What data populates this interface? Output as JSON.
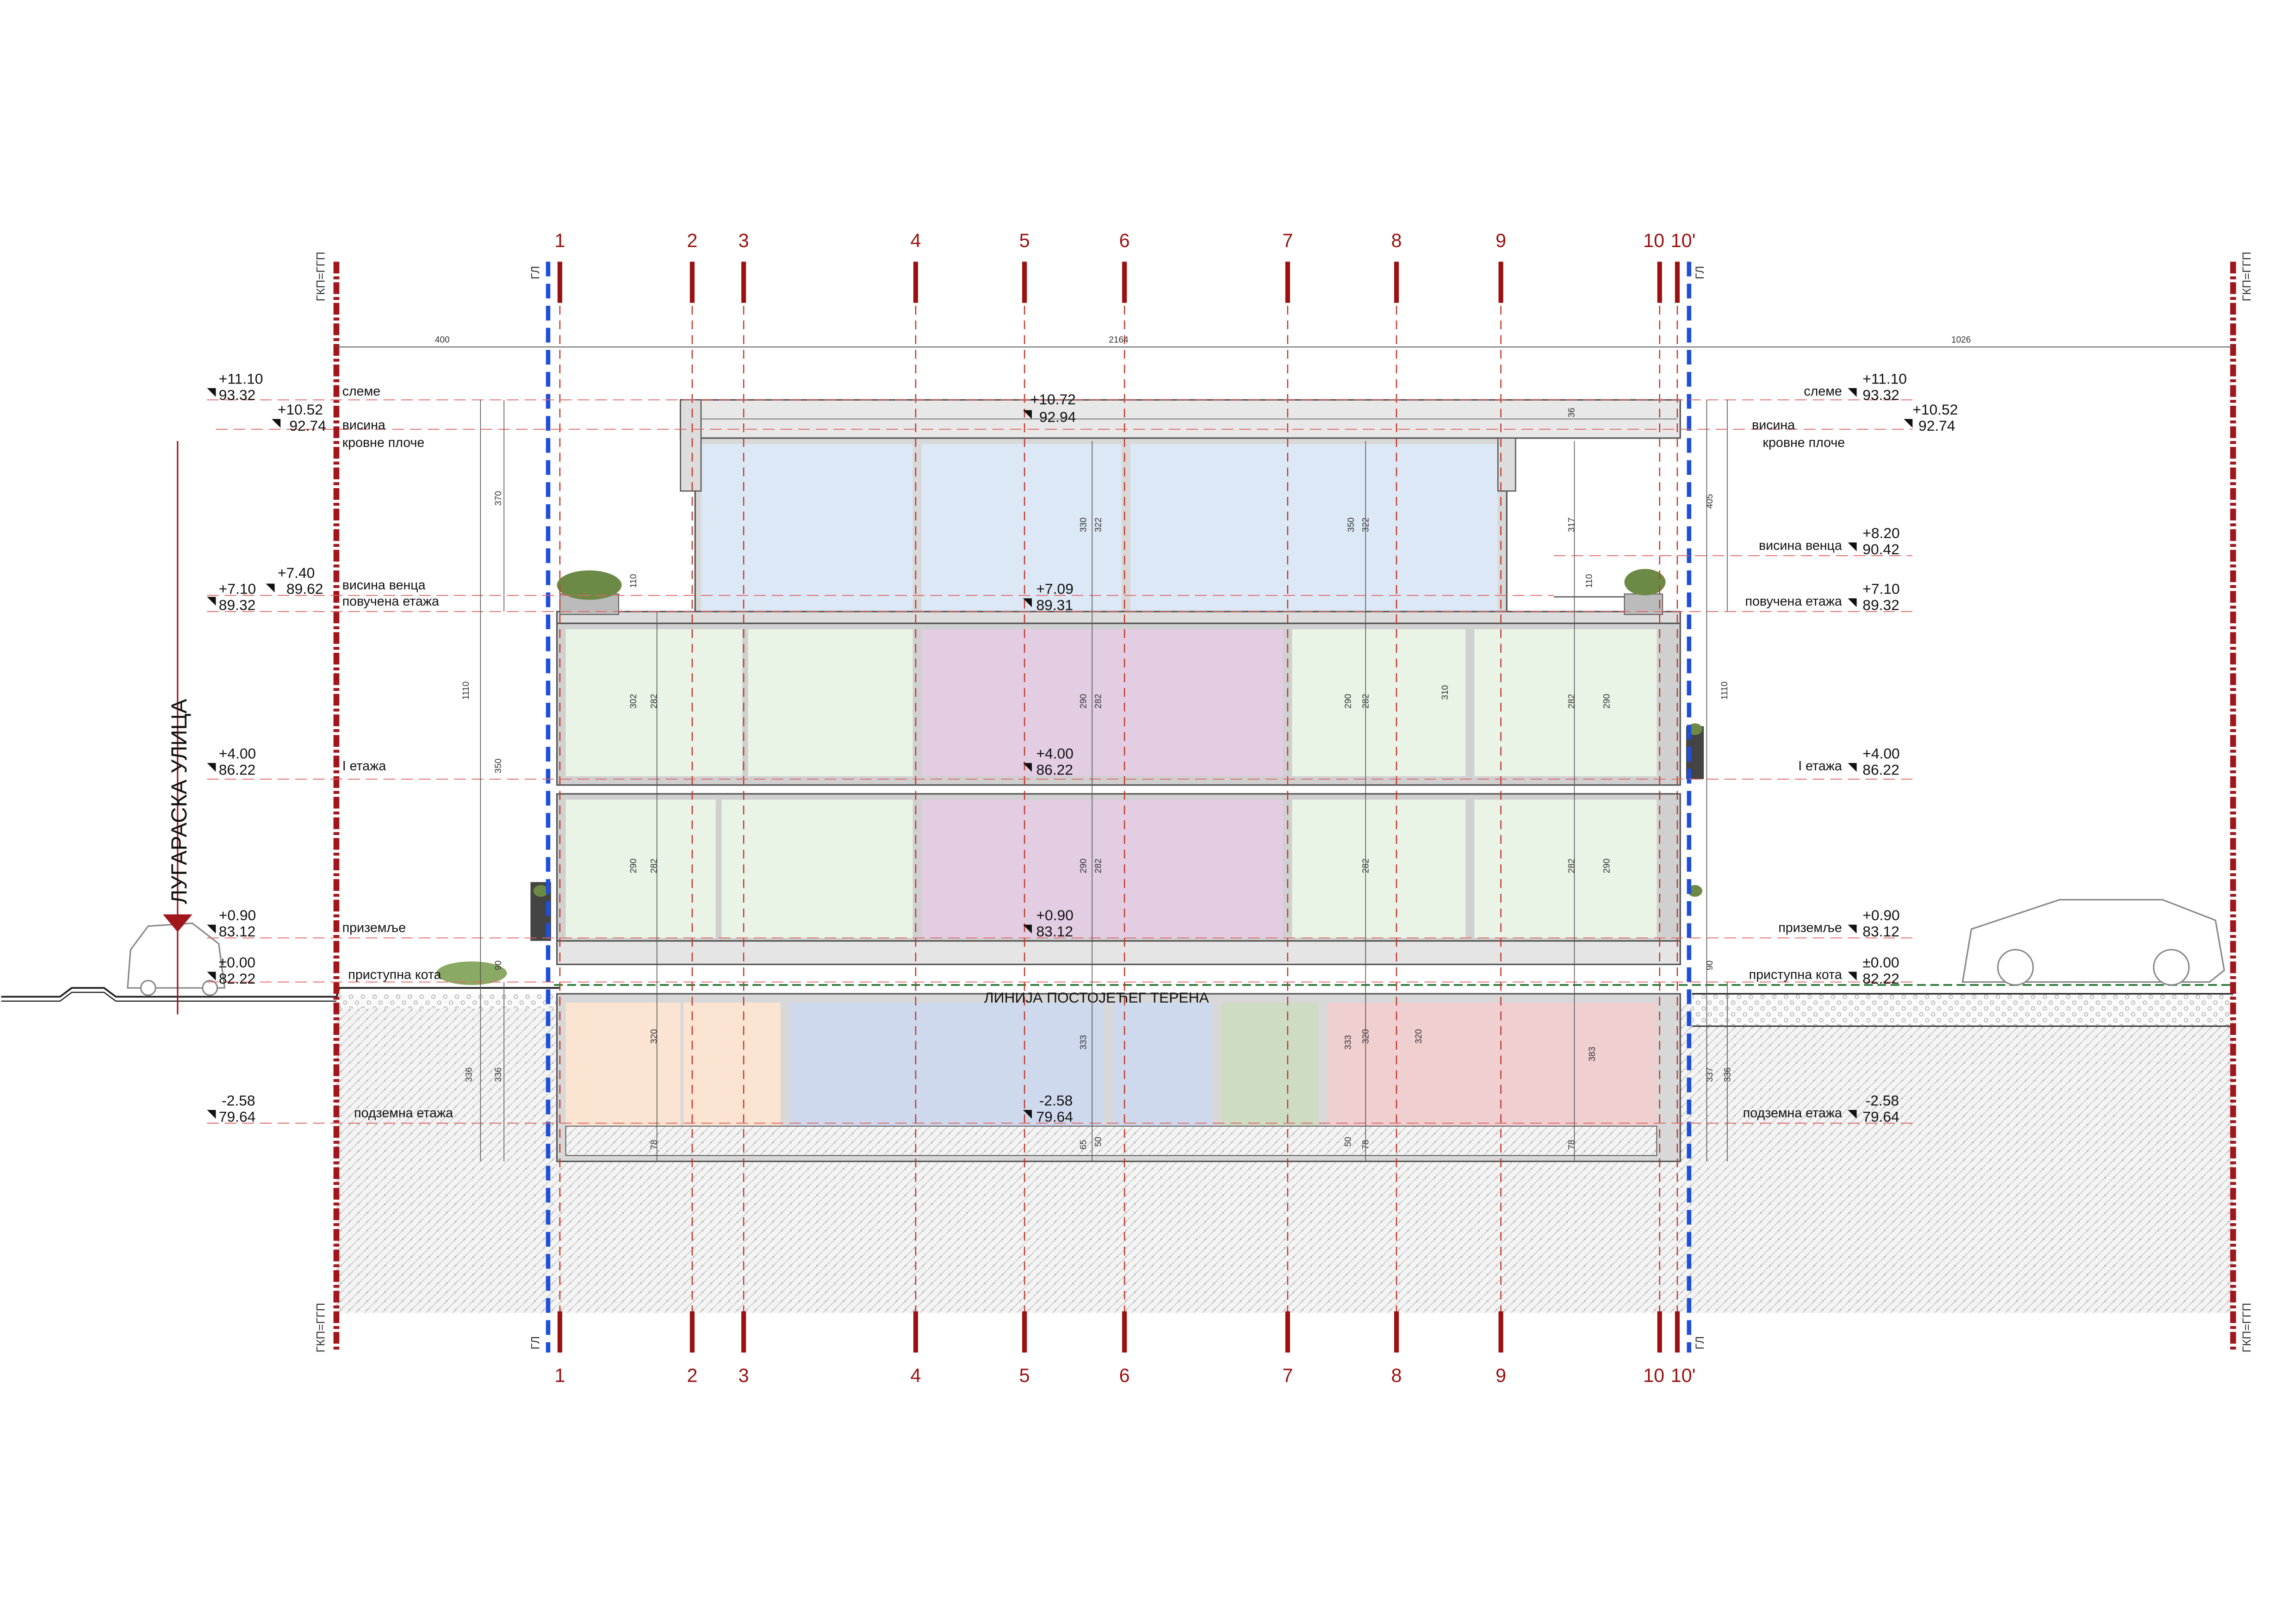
{
  "colors": {
    "axis_red": "#9b1111",
    "building_line_blue": "#1f4fd8",
    "site_boundary": "#a0161b",
    "room_blue": "#dce8f5",
    "room_green": "#e9f4e6",
    "room_purple": "#e2cde3",
    "room_navy": "#cfd9ee",
    "room_orange": "#fbe4d2",
    "room_sage": "#cfdcc4",
    "room_pink": "#f0cfd0",
    "ground_hatch": "#e6e6e6"
  },
  "axes": [
    "1",
    "2",
    "3",
    "4",
    "5",
    "6",
    "7",
    "8",
    "9",
    "10",
    "10'"
  ],
  "building_line_label": "ГЛ",
  "boundary_label": "ГКП=ГГП",
  "street_name": "ЛУГАРАСКА УЛИЦА",
  "terrain_label": "ЛИНИЈА ПОСТОЈЕЋЕГ ТЕРЕНА",
  "top_dimensions": [
    "400",
    "2164",
    "1026"
  ],
  "levels_left": [
    {
      "rel": "+11.10",
      "abs": "93.32",
      "name": "слеме"
    },
    {
      "rel": "+10.52",
      "abs": "92.74",
      "name": "висина",
      "name2": "кровне плоче"
    },
    {
      "rel": "+7.40",
      "abs": "89.62",
      "name": "висина венца"
    },
    {
      "rel": "+7.10",
      "abs": "89.32",
      "name": "повучена етажа"
    },
    {
      "rel": "+4.00",
      "abs": "86.22",
      "name": "I етажа"
    },
    {
      "rel": "+0.90",
      "abs": "83.12",
      "name": "приземље"
    },
    {
      "rel": "±0.00",
      "abs": "82.22",
      "name": "приступна кота"
    },
    {
      "rel": "-2.58",
      "abs": "79.64",
      "name": "подземна   етажа"
    }
  ],
  "levels_right": [
    {
      "rel": "+11.10",
      "abs": "93.32",
      "name": "слеме"
    },
    {
      "rel": "+10.52",
      "abs": "92.74",
      "name": "висина",
      "name2": "кровне плоче"
    },
    {
      "rel": "+8.20",
      "abs": "90.42",
      "name": "висина венца"
    },
    {
      "rel": "+7.10",
      "abs": "89.32",
      "name": "повучена етажа"
    },
    {
      "rel": "+4.00",
      "abs": "86.22",
      "name": "I етажа"
    },
    {
      "rel": "+0.90",
      "abs": "83.12",
      "name": "приземље"
    },
    {
      "rel": "±0.00",
      "abs": "82.22",
      "name": "приступна кота"
    },
    {
      "rel": "-2.58",
      "abs": "79.64",
      "name": "подземна етажа"
    }
  ],
  "levels_center": [
    {
      "rel": "+10.72",
      "abs": "92.94"
    },
    {
      "rel": "+7.09",
      "abs": "89.31"
    },
    {
      "rel": "+4.00",
      "abs": "86.22"
    },
    {
      "rel": "+0.90",
      "abs": "83.12"
    },
    {
      "rel": "-2.58",
      "abs": "79.64"
    }
  ],
  "dim_texts": {
    "left_370": "370",
    "left_1110": "1110",
    "left_350": "350",
    "left_336a": "336",
    "left_336b": "336",
    "right_405": "405",
    "right_1110": "1110",
    "right_337": "337",
    "right_336": "336",
    "top_330": "330",
    "top_322a": "322",
    "top_350": "350",
    "top_322b": "322",
    "top_317": "317",
    "par_110a": "110",
    "par_110b": "110",
    "f1_302": "302",
    "f1_282a": "282",
    "f1_290a": "290",
    "f1_282b": "282",
    "f1_290b": "290",
    "f1_282c": "282",
    "f1_310": "310",
    "f1_282d": "282",
    "f1_290c": "290",
    "gf_290a": "290",
    "gf_282a": "282",
    "gf_290b": "290",
    "gf_282b": "282",
    "gf_282c": "282",
    "gf_282d": "282",
    "gf_290c": "290",
    "b_320a": "320",
    "b_333a": "333",
    "b_333b": "333",
    "b_320b": "320",
    "b_320c": "320",
    "b_383": "383",
    "s_78a": "78",
    "s_65": "65",
    "s_50a": "50",
    "s_50b": "50",
    "s_78b": "78",
    "s_78c": "78",
    "s_90a": "90",
    "s_90b": "90",
    "s_36": "36"
  }
}
